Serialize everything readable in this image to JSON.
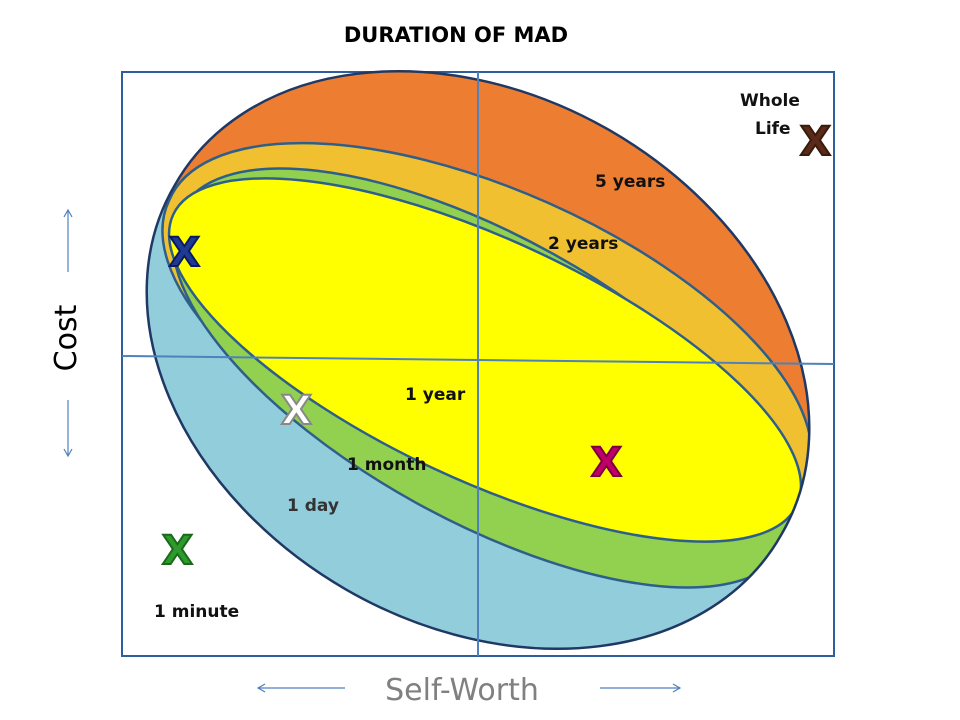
{
  "title": "DURATION OF MAD",
  "axes": {
    "y_label": "Cost",
    "x_label": "Self-Worth"
  },
  "regions": [
    {
      "label": "1 minute",
      "color": "#ffffff"
    },
    {
      "label": "1 day",
      "color": "#92cddc"
    },
    {
      "label": "1 month",
      "color": "#92d050"
    },
    {
      "label": "1 year",
      "color": "#ffff00"
    },
    {
      "label": "2 years",
      "color": "#f0c030"
    },
    {
      "label": "5 years",
      "color": "#ed7d31"
    },
    {
      "label": "Whole",
      "label2": "Life",
      "color": "#ffffff"
    }
  ],
  "markers": [
    {
      "glyph": "X",
      "color": "#1f3a93",
      "outline": "#0a1a60"
    },
    {
      "glyph": "X",
      "color": "#ffffff",
      "outline": "#888888"
    },
    {
      "glyph": "X",
      "color": "#c0006a",
      "outline": "#7a003e"
    },
    {
      "glyph": "X",
      "color": "#2e9a2e",
      "outline": "#1a6a1a"
    },
    {
      "glyph": "X",
      "color": "#5a2a1a",
      "outline": "#3a1a0a"
    }
  ]
}
